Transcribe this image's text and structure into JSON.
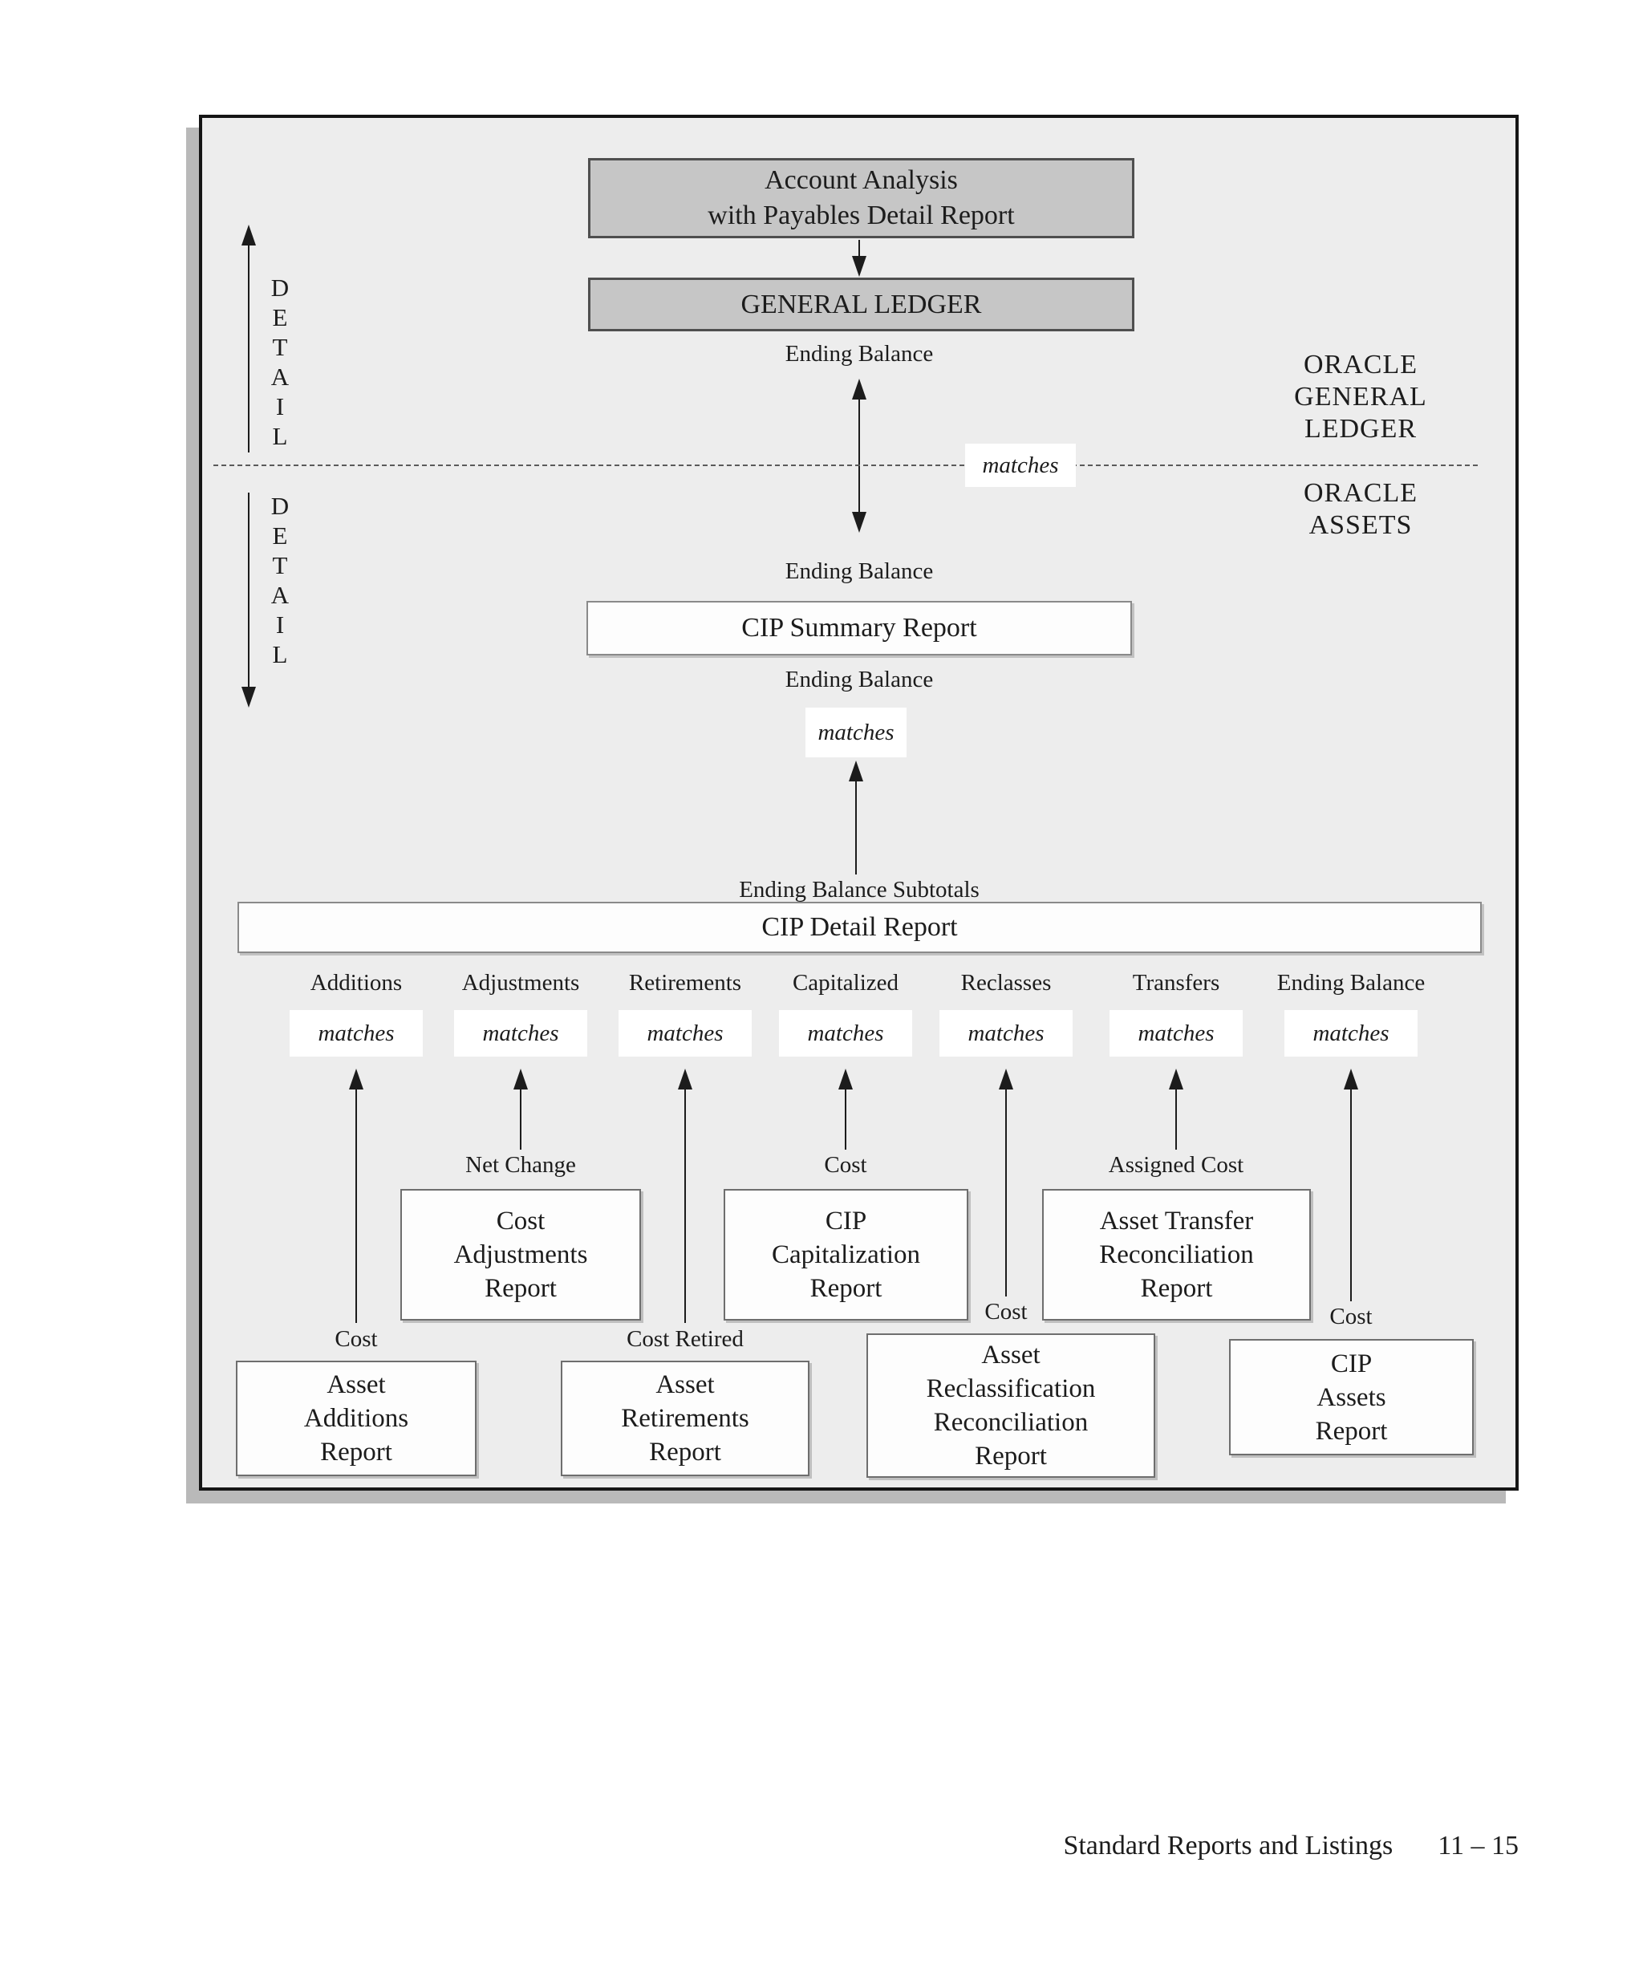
{
  "footer": {
    "title": "Standard Reports and Listings",
    "page": "11 – 15"
  },
  "axis": {
    "letters": [
      "D",
      "E",
      "T",
      "A",
      "I",
      "L"
    ]
  },
  "gl_section": {
    "account_analysis_lines": [
      "Account Analysis",
      "with Payables Detail Report"
    ],
    "general_ledger": "GENERAL LEDGER",
    "ending_balance": "Ending Balance",
    "oracle_gl_lines": [
      "ORACLE",
      "GENERAL",
      "LEDGER"
    ]
  },
  "divider": {
    "matches": "matches"
  },
  "assets_section": {
    "oracle_assets_lines": [
      "ORACLE",
      "ASSETS"
    ],
    "ending_balance_above": "Ending Balance",
    "cip_summary": "CIP Summary Report",
    "ending_balance_below": "Ending Balance",
    "matches": "matches",
    "ending_balance_subtotals": "Ending Balance Subtotals",
    "cip_detail": "CIP Detail Report"
  },
  "columns": [
    {
      "header": "Additions",
      "matches": "matches",
      "flow_label": "Cost",
      "report_lines": [
        "Asset",
        "Additions",
        "Report"
      ]
    },
    {
      "header": "Adjustments",
      "matches": "matches",
      "flow_label": "Net Change",
      "report_lines": [
        "Cost",
        "Adjustments",
        "Report"
      ]
    },
    {
      "header": "Retirements",
      "matches": "matches",
      "flow_label": "Cost Retired",
      "report_lines": [
        "Asset",
        "Retirements",
        "Report"
      ]
    },
    {
      "header": "Capitalized",
      "matches": "matches",
      "flow_label": "Cost",
      "report_lines": [
        "CIP",
        "Capitalization",
        "Report"
      ]
    },
    {
      "header": "Reclasses",
      "matches": "matches",
      "flow_label": "Cost",
      "report_lines": [
        "Asset",
        "Reclassification",
        "Reconciliation",
        "Report"
      ]
    },
    {
      "header": "Transfers",
      "matches": "matches",
      "flow_label": "Assigned Cost",
      "report_lines": [
        "Asset Transfer",
        "Reconciliation",
        "Report"
      ]
    },
    {
      "header": "Ending Balance",
      "matches": "matches",
      "flow_label": "Cost",
      "report_lines": [
        "CIP",
        "Assets",
        "Report"
      ]
    }
  ],
  "colors": {
    "frame_background": "#ededed",
    "gray_box": "#c6c6c6",
    "box_border": "#4f4f4f",
    "line": "#1c1c1c",
    "shadow": "#b9b9b9"
  }
}
